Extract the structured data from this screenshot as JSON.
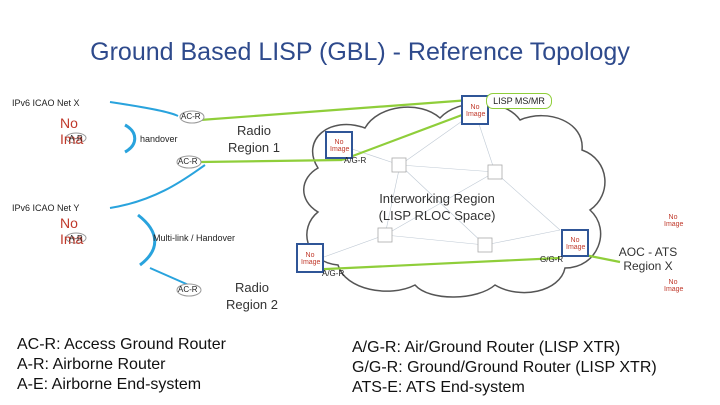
{
  "title": "Ground Based LISP (GBL) - Reference Topology",
  "networks": {
    "ipv6_x": "IPv6 ICAO Net X",
    "ipv6_y": "IPv6 ICAO Net Y"
  },
  "nodes": {
    "lisp_ms_mr": "LISP MS/MR",
    "ac_r_top": "AC-R",
    "ac_r_mid": "AC-R",
    "ac_r_bottom": "AC-R",
    "a_r_top": "A-R",
    "a_r_bottom": "A-R",
    "ag_r_top": "A/G-R",
    "ag_r_bottom": "A/G-R",
    "gg_r": "G/G-R"
  },
  "regions": {
    "radio1": "Radio\nRegion 1",
    "radio2": "Radio\nRegion 2",
    "interworking": "Interworking Region\n(LISP RLOC Space)",
    "aoc": "AOC - ATS\nRegion X"
  },
  "links": {
    "handover": "handover",
    "multilink": "Multi-link / Handover"
  },
  "placeholder": {
    "no": "No",
    "image": "Ima",
    "small": "No\nImage"
  },
  "legend_left": [
    "AC-R: Access Ground Router",
    "A-R: Airborne Router",
    "A-E: Airborne End-system"
  ],
  "legend_right": [
    "A/G-R: Air/Ground Router (LISP XTR)",
    "G/G-R: Ground/Ground Router (LISP XTR)",
    "ATS-E: ATS End-system"
  ],
  "colors": {
    "title": "#2e4a8c",
    "link_green": "#8fce3a",
    "arc_blue": "#29a3dd",
    "placeholder_red": "#c0392b",
    "router_blue": "#2f5597"
  }
}
